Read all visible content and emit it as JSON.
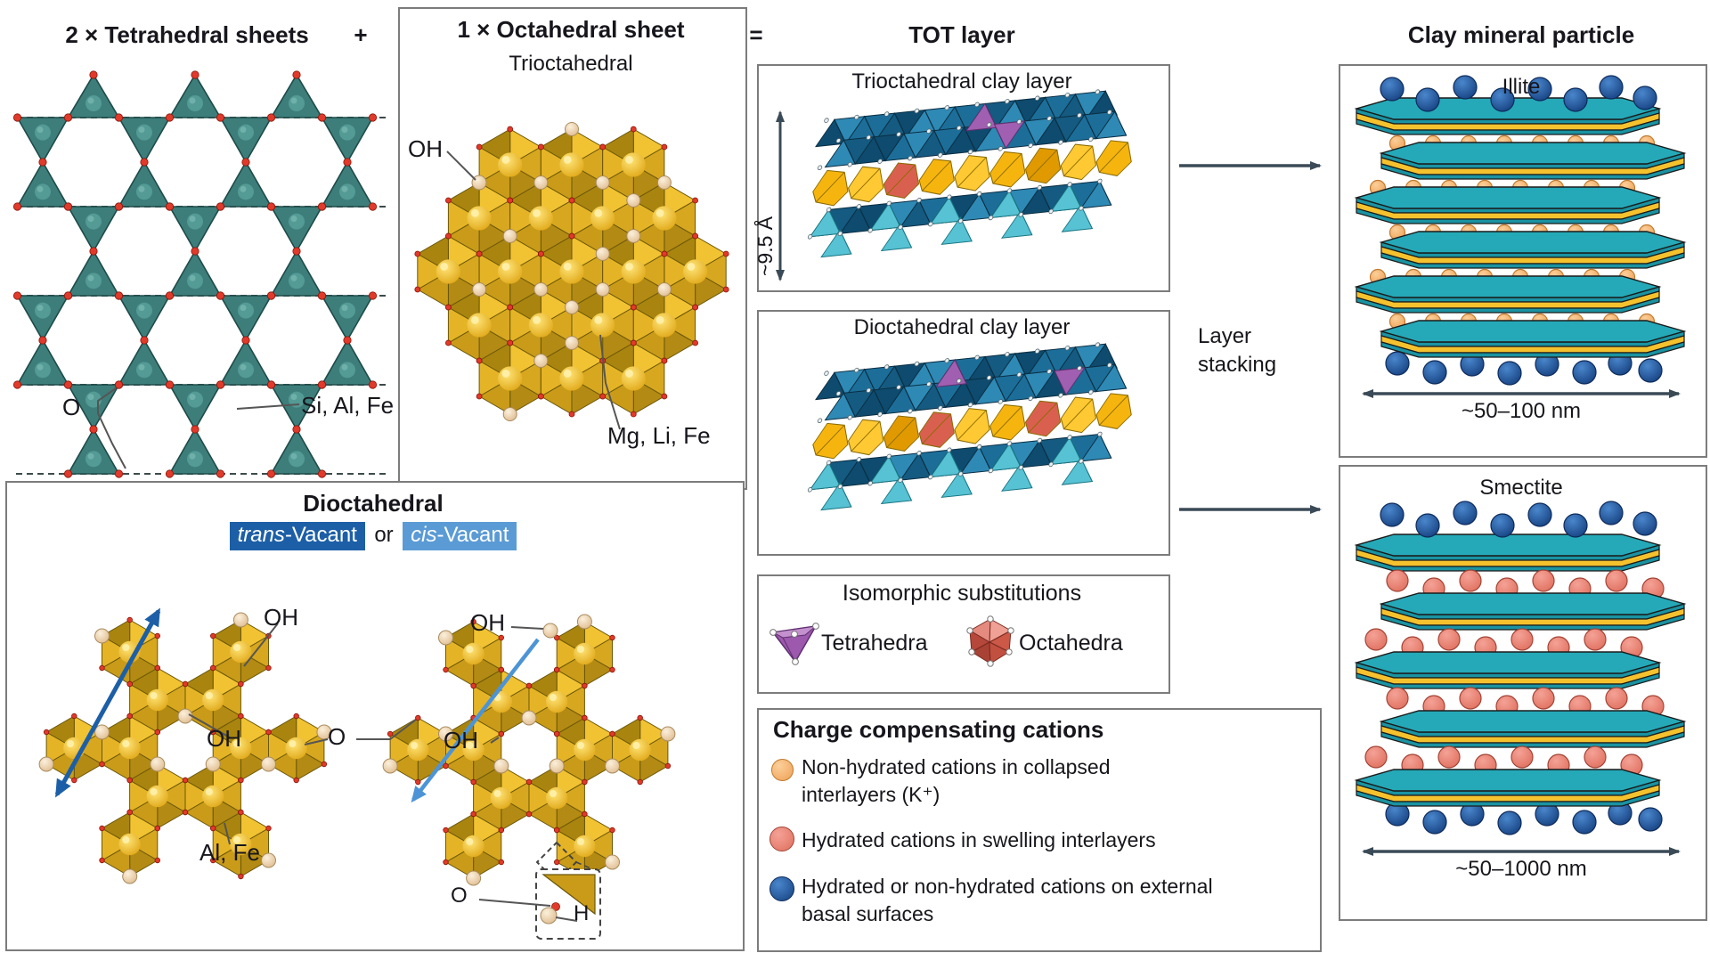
{
  "figure": {
    "tetra_title": "2 × Tetrahedral sheets",
    "plus": "+",
    "octa_title": "1 × Octahedral sheet",
    "octa_subtitle": "Trioctahedral",
    "equals": "=",
    "tot_title": "TOT layer",
    "clay_title": "Clay mineral particle"
  },
  "tetra_sheet": {
    "o_label": "O",
    "cation_label": "Si, Al, Fe"
  },
  "octa_sheet": {
    "oh_label": "OH",
    "cation_label": "Mg, Li, Fe"
  },
  "tot": {
    "tri_title": "Trioctahedral clay layer",
    "thickness": "~9.5 Å",
    "di_title": "Dioctahedral clay layer",
    "stacking": "Layer\nstacking"
  },
  "particles": {
    "illite_title": "Illite",
    "illite_size": "~50–100 nm",
    "smectite_title": "Smectite",
    "smectite_size": "~50–1000 nm"
  },
  "dioct": {
    "title": "Dioctahedral",
    "trans_italic": "trans",
    "trans_rest": "-Vacant",
    "or": "or",
    "cis_italic": "cis",
    "cis_rest": "-Vacant",
    "oh_top": "OH",
    "oh_mid": "OH",
    "o_mid": "O",
    "oh_right_top": "OH",
    "oh_right_mid": "OH",
    "al_fe": "Al, Fe",
    "inset_o": "O",
    "inset_h": "H"
  },
  "isomorphic": {
    "title": "Isomorphic substitutions",
    "tetra_label": "Tetrahedra",
    "octa_label": "Octahedra"
  },
  "cations": {
    "title": "Charge compensating cations",
    "items": [
      {
        "icon": "orange-sphere",
        "color": "#EFA155",
        "text": "Non-hydrated cations in collapsed\ninterlayers (K⁺)"
      },
      {
        "icon": "red-sphere",
        "color": "#E8796B",
        "text": "Hydrated cations in swelling interlayers"
      },
      {
        "icon": "blue-sphere",
        "color": "#1C4F9E",
        "text": "Hydrated or non-hydrated cations on external\nbasal surfaces"
      }
    ]
  },
  "colors": {
    "teal_tetra": "#3D7E7B",
    "red_dot": "#E03A2B",
    "octa_gold": "#E9B623",
    "trans_bg": "#1D5FA7",
    "cis_bg": "#5B9BD5",
    "arrow_dark": "#3A4A56",
    "arrow_blue": "#1D5FA7",
    "arrow_light_blue": "#4D94D6",
    "plate_teal": "#25A9B8",
    "plate_teal_side": "#1A93A2",
    "plate_yellow": "#F5C22E",
    "tot_navy": "#1C6E99",
    "tot_cyan": "#56C2D3",
    "tot_yellow": "#F6B50E",
    "tot_purple": "#A05FB0",
    "tot_red": "#D9604F",
    "border_gray": "#7C7C7C"
  }
}
